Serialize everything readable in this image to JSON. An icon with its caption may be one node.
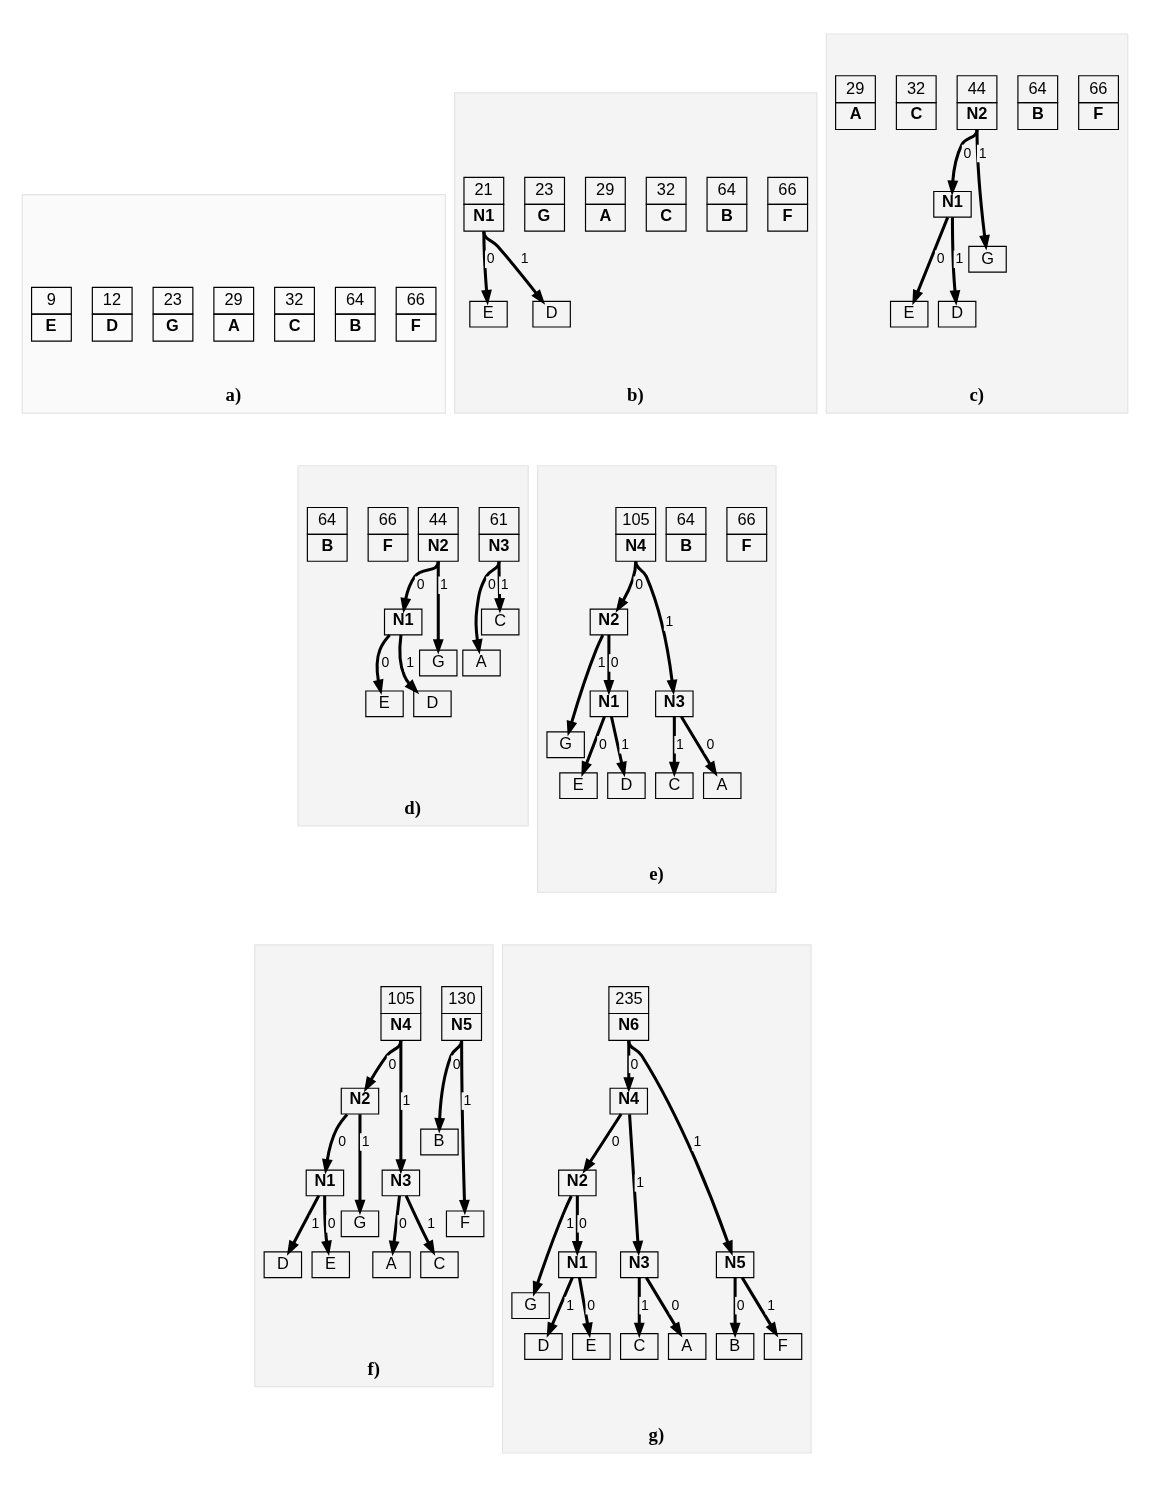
{
  "diagram": {
    "nodes": [
      {
        "text": [
          "a)"
        ]
      },
      {
        "text": [
          "9",
          "E"
        ],
        "in": 0
      },
      {
        "text": [
          "12",
          "D"
        ],
        "in": 0
      },
      {
        "text": [
          "23",
          "G"
        ],
        "in": 0
      },
      {
        "text": [
          "29",
          "A"
        ],
        "in": 0
      },
      {
        "text": [
          "32",
          "C"
        ],
        "in": 0
      },
      {
        "text": [
          "64",
          "B"
        ],
        "in": 0
      },
      {
        "text": [
          "66",
          "F"
        ],
        "in": 0
      },
      {
        "text": [
          "b)"
        ]
      },
      {
        "text": [
          "21",
          "N1"
        ],
        "in": 8
      },
      {
        "text": [
          "23",
          "G"
        ],
        "in": 8
      },
      {
        "text": [
          "29",
          "A"
        ],
        "in": 8
      },
      {
        "text": [
          "32",
          "C"
        ],
        "in": 8
      },
      {
        "text": [
          "64",
          "B"
        ],
        "in": 8
      },
      {
        "text": [
          "66",
          "F"
        ],
        "in": 8
      },
      {
        "text": [
          "E"
        ],
        "in": 8
      },
      {
        "text": [
          "D"
        ],
        "in": 8
      },
      {
        "text": [
          "c)"
        ]
      },
      {
        "text": [
          "29",
          "A"
        ],
        "in": 17
      },
      {
        "text": [
          "32",
          "C"
        ],
        "in": 17
      },
      {
        "text": [
          "44",
          "N2"
        ],
        "in": 17
      },
      {
        "text": [
          "64",
          "B"
        ],
        "in": 17
      },
      {
        "text": [
          "66",
          "F"
        ],
        "in": 17
      },
      {
        "text": [
          "N1"
        ],
        "in": 17
      },
      {
        "text": [
          "G"
        ],
        "in": 17
      },
      {
        "text": [
          "E"
        ],
        "in": 17
      },
      {
        "text": [
          "D"
        ],
        "in": 17
      },
      {
        "text": [
          "d)"
        ]
      },
      {
        "text": [
          "44",
          "N2"
        ],
        "in": 27
      },
      {
        "text": [
          "61",
          "N3"
        ],
        "in": 27
      },
      {
        "text": [
          "64",
          "B"
        ],
        "in": 27
      },
      {
        "text": [
          "66",
          "F"
        ],
        "in": 27
      },
      {
        "text": [
          "N1"
        ],
        "in": 27
      },
      {
        "text": [
          "G"
        ],
        "in": 27
      },
      {
        "text": [
          "A"
        ],
        "in": 27
      },
      {
        "text": [
          "C"
        ],
        "in": 27
      },
      {
        "text": [
          "E"
        ],
        "in": 27
      },
      {
        "text": [
          "D"
        ],
        "in": 27
      },
      {
        "text": [
          "e)"
        ]
      },
      {
        "text": [
          "64",
          "B"
        ],
        "in": 38
      },
      {
        "text": [
          "66",
          "F"
        ],
        "in": 38
      },
      {
        "text": [
          "105",
          "N4"
        ],
        "in": 38
      },
      {
        "text": [
          "N2"
        ],
        "in": 38
      },
      {
        "text": [
          "N3"
        ],
        "in": 38
      },
      {
        "text": [
          "N1"
        ],
        "in": 38
      },
      {
        "text": [
          "G"
        ],
        "in": 38
      },
      {
        "text": [
          "A"
        ],
        "in": 38
      },
      {
        "text": [
          "C"
        ],
        "in": 38
      },
      {
        "text": [
          "E"
        ],
        "in": 38
      },
      {
        "text": [
          "D"
        ],
        "in": 38
      },
      {
        "text": [
          "f)"
        ]
      },
      {
        "text": [
          "105",
          "N4"
        ],
        "in": 50
      },
      {
        "text": [
          "130",
          "N5"
        ],
        "in": 50
      },
      {
        "text": [
          "N2"
        ],
        "in": 50
      },
      {
        "text": [
          "N3"
        ],
        "in": 50
      },
      {
        "text": [
          "B"
        ],
        "in": 50
      },
      {
        "text": [
          "F"
        ],
        "in": 50
      },
      {
        "text": [
          "N1"
        ],
        "in": 50
      },
      {
        "text": [
          "G"
        ],
        "in": 50
      },
      {
        "text": [
          "A"
        ],
        "in": 50
      },
      {
        "text": [
          "C"
        ],
        "in": 50
      },
      {
        "text": [
          "E"
        ],
        "in": 50
      },
      {
        "text": [
          "D"
        ],
        "in": 50
      },
      {
        "text": [
          "g)"
        ]
      },
      {
        "text": [
          "235",
          "N6"
        ],
        "in": 63
      },
      {
        "text": [
          "N4"
        ],
        "in": 63
      },
      {
        "text": [
          "N5"
        ],
        "in": 63
      },
      {
        "text": [
          "N2"
        ],
        "in": 63
      },
      {
        "text": [
          "N3"
        ],
        "in": 63
      },
      {
        "text": [
          "B"
        ],
        "in": 63
      },
      {
        "text": [
          "F"
        ],
        "in": 63
      },
      {
        "text": [
          "N1"
        ],
        "in": 63
      },
      {
        "text": [
          "G"
        ],
        "in": 63
      },
      {
        "text": [
          "A"
        ],
        "in": 63
      },
      {
        "text": [
          "C"
        ],
        "in": 63
      },
      {
        "text": [
          "E"
        ],
        "in": 63
      },
      {
        "text": [
          "D"
        ],
        "in": 63
      }
    ],
    "edges": [
      {
        "from": 9,
        "to": 15,
        "arrow": "to",
        "label": "0"
      },
      {
        "from": 9,
        "to": 16,
        "arrow": "to",
        "label": "1"
      },
      {
        "from": 20,
        "to": 23,
        "arrow": "to",
        "label": "0"
      },
      {
        "from": 20,
        "to": 24,
        "arrow": "to",
        "label": "1"
      },
      {
        "from": 23,
        "to": 25,
        "arrow": "to",
        "label": "0"
      },
      {
        "from": 23,
        "to": 26,
        "arrow": "to",
        "label": "1"
      },
      {
        "from": 28,
        "to": 32,
        "arrow": "to",
        "label": "0"
      },
      {
        "from": 28,
        "to": 33,
        "arrow": "to",
        "label": "1"
      },
      {
        "from": 29,
        "to": 34,
        "arrow": "to",
        "label": "0"
      },
      {
        "from": 29,
        "to": 35,
        "arrow": "to",
        "label": "1"
      },
      {
        "from": 32,
        "to": 36,
        "arrow": "to",
        "label": "0"
      },
      {
        "from": 32,
        "to": 37,
        "arrow": "to",
        "label": "1"
      },
      {
        "from": 41,
        "to": 42,
        "arrow": "to",
        "label": "0"
      },
      {
        "from": 41,
        "to": 43,
        "arrow": "to",
        "label": "1"
      },
      {
        "from": 42,
        "to": 44,
        "arrow": "to",
        "label": "0"
      },
      {
        "from": 42,
        "to": 45,
        "arrow": "to",
        "label": "1"
      },
      {
        "from": 43,
        "to": 46,
        "arrow": "to",
        "label": "0"
      },
      {
        "from": 43,
        "to": 47,
        "arrow": "to",
        "label": "1"
      },
      {
        "from": 44,
        "to": 48,
        "arrow": "to",
        "label": "0"
      },
      {
        "from": 44,
        "to": 49,
        "arrow": "to",
        "label": "1"
      },
      {
        "from": 51,
        "to": 53,
        "arrow": "to",
        "label": "0"
      },
      {
        "from": 51,
        "to": 54,
        "arrow": "to",
        "label": "1"
      },
      {
        "from": 52,
        "to": 55,
        "arrow": "to",
        "label": "0"
      },
      {
        "from": 52,
        "to": 56,
        "arrow": "to",
        "label": "1"
      },
      {
        "from": 53,
        "to": 57,
        "arrow": "to",
        "label": "0"
      },
      {
        "from": 53,
        "to": 58,
        "arrow": "to",
        "label": "1"
      },
      {
        "from": 54,
        "to": 59,
        "arrow": "to",
        "label": "0"
      },
      {
        "from": 54,
        "to": 60,
        "arrow": "to",
        "label": "1"
      },
      {
        "from": 57,
        "to": 61,
        "arrow": "to",
        "label": "0"
      },
      {
        "from": 57,
        "to": 62,
        "arrow": "to",
        "label": "1"
      },
      {
        "from": 64,
        "to": 65,
        "arrow": "to",
        "label": "0"
      },
      {
        "from": 64,
        "to": 66,
        "arrow": "to",
        "label": "1"
      },
      {
        "from": 65,
        "to": 67,
        "arrow": "to",
        "label": "0"
      },
      {
        "from": 65,
        "to": 68,
        "arrow": "to",
        "label": "1"
      },
      {
        "from": 66,
        "to": 69,
        "arrow": "to",
        "label": "0"
      },
      {
        "from": 66,
        "to": 70,
        "arrow": "to",
        "label": "1"
      },
      {
        "from": 67,
        "to": 71,
        "arrow": "to",
        "label": "0"
      },
      {
        "from": 67,
        "to": 72,
        "arrow": "to",
        "label": "1"
      },
      {
        "from": 68,
        "to": 73,
        "arrow": "to",
        "label": "0"
      },
      {
        "from": 68,
        "to": 74,
        "arrow": "to",
        "label": "1"
      },
      {
        "from": 71,
        "to": 75,
        "arrow": "to",
        "label": "0"
      },
      {
        "from": 71,
        "to": 76,
        "arrow": "to",
        "label": "1"
      }
    ]
  }
}
